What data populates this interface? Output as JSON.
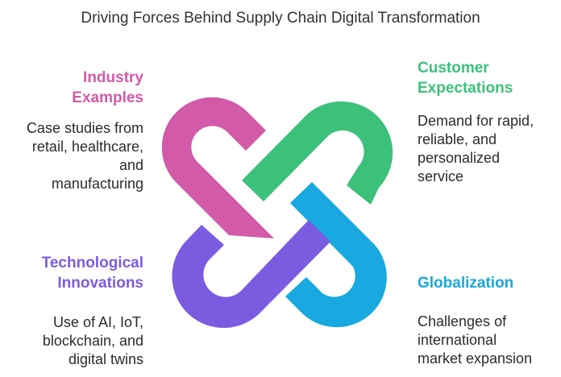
{
  "title": "Driving Forces Behind Supply Chain Digital Transformation",
  "colors": {
    "industry": "#d25aa8",
    "customer": "#3cc17a",
    "technology": "#7b5ce0",
    "globalization": "#17a9df"
  },
  "items": {
    "industry": {
      "heading_line1": "Industry",
      "heading_line2": "Examples",
      "desc_lines": [
        "Case studies from",
        "retail, healthcare,",
        "and",
        "manufacturing"
      ]
    },
    "customer": {
      "heading_line1": "Customer",
      "heading_line2": "Expectations",
      "desc_lines": [
        "Demand for rapid,",
        "reliable, and",
        "personalized",
        "service"
      ]
    },
    "technology": {
      "heading_line1": "Technological",
      "heading_line2": "Innovations",
      "desc_lines": [
        "Use of AI, IoT,",
        "blockchain, and",
        "digital twins"
      ]
    },
    "globalization": {
      "heading_line1": "Globalization",
      "desc_lines": [
        "Challenges of",
        "international",
        "market expansion"
      ]
    }
  }
}
